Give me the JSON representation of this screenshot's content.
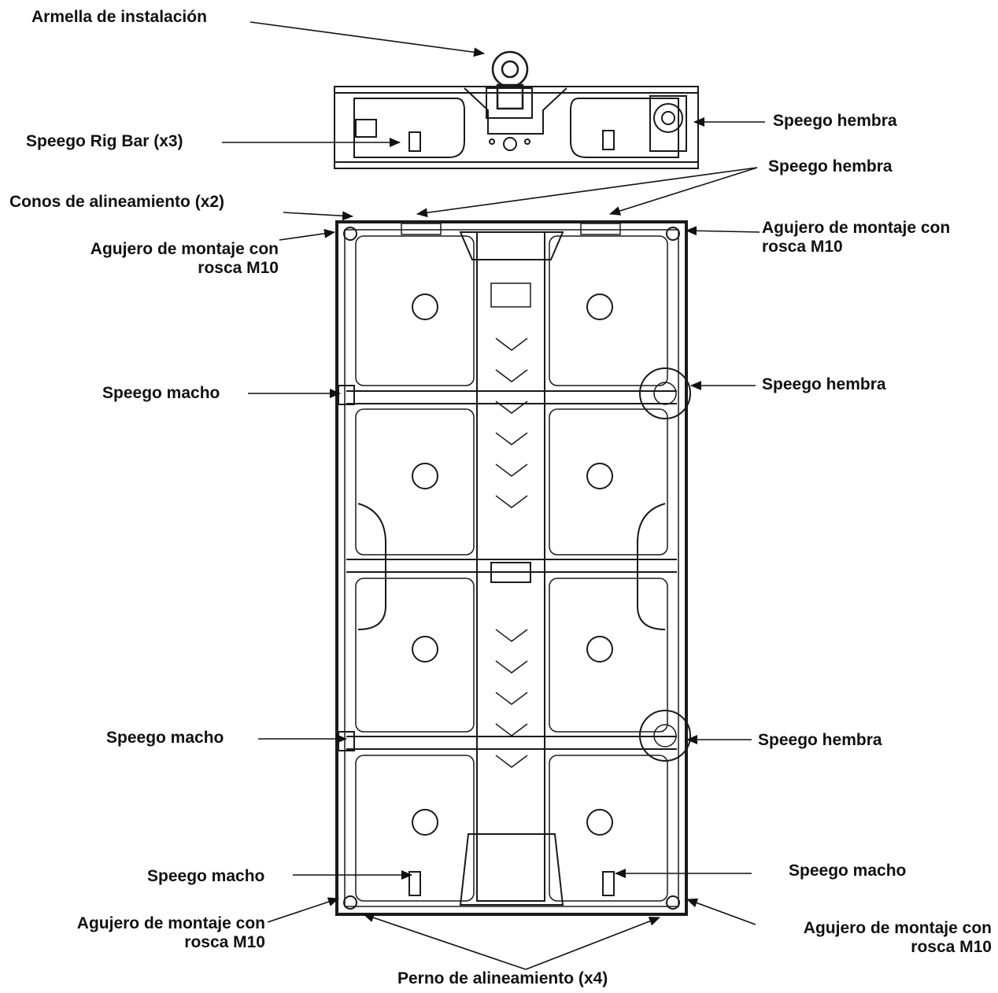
{
  "labels": {
    "armella": "Armella de instalación",
    "rig_bar": "Speego Rig Bar (x3)",
    "speego_hembra_top": "Speego hembra",
    "speego_hembra_pair": "Speego hembra",
    "conos": "Conos de alineamiento (x2)",
    "agujero_tl_1": "Agujero de montaje con",
    "agujero_tl_2": "rosca M10",
    "agujero_tr_1": "Agujero de montaje con",
    "agujero_tr_2": "rosca M10",
    "macho_mid": "Speego macho",
    "hembra_mid": "Speego hembra",
    "macho_low": "Speego macho",
    "hembra_low": "Speego hembra",
    "macho_bl": "Speego macho",
    "macho_br": "Speego macho",
    "agujero_bl_1": "Agujero de montaje con",
    "agujero_bl_2": "rosca M10",
    "agujero_br_1": "Agujero de montaje con",
    "agujero_br_2": "rosca M10",
    "perno": "Perno de alineamiento (x4)"
  },
  "colors": {
    "line": "#1a1a1a",
    "text": "#111111",
    "background": "#ffffff"
  }
}
